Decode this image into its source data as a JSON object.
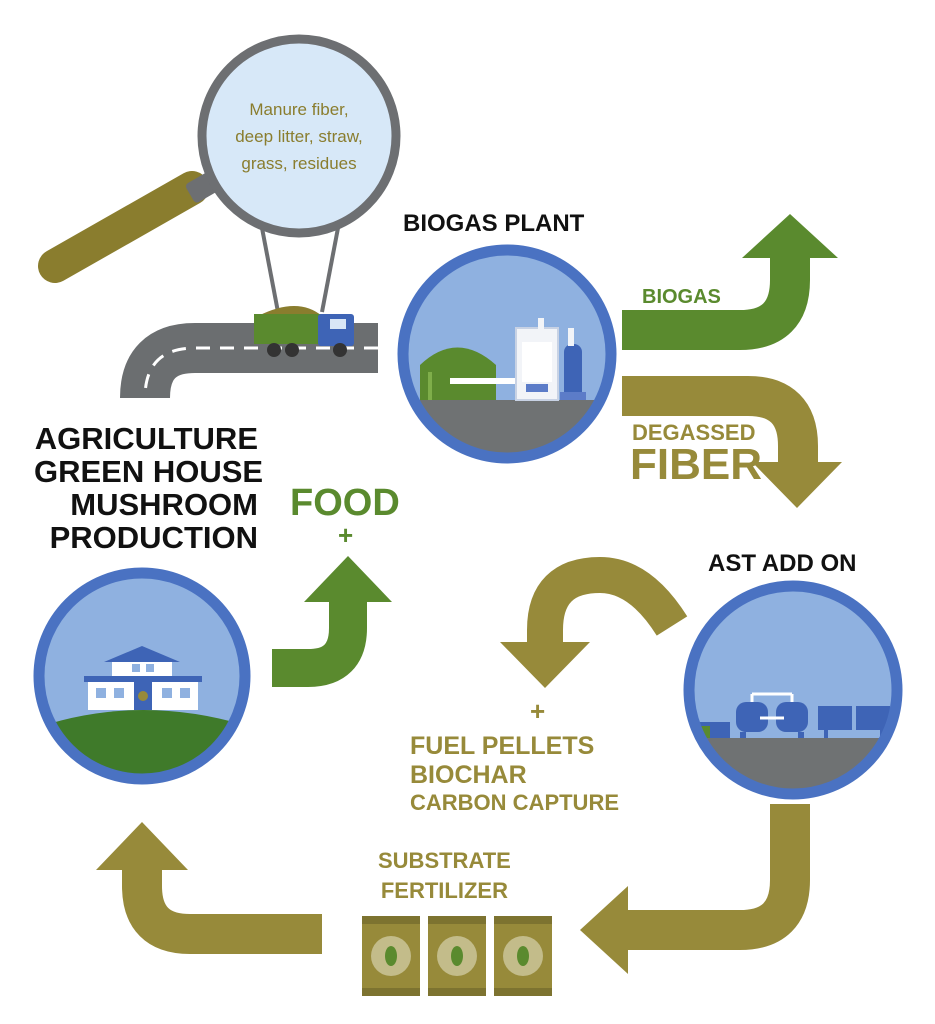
{
  "colors": {
    "green": "#5a8a2e",
    "olive": "#978a3a",
    "dark_olive": "#7d7330",
    "blue_ring": "#4a72c2",
    "sky": "#8fb1e0",
    "ground": "#6f7273",
    "road": "#6b6e70",
    "text_dark": "#111111",
    "lens_text": "#8a7d2e"
  },
  "icons": {
    "magnifier": "magnifying-glass-icon",
    "truck": "dump-truck-icon",
    "plant": "biogas-digester-icon",
    "ast": "ast-tanks-icon",
    "greenhouse": "greenhouse-building-icon",
    "bags": "fertilizer-bag-icon"
  },
  "magnifier": {
    "lines": [
      "Manure fiber,",
      "deep litter, straw,",
      "grass, residues"
    ]
  },
  "biogas_plant": {
    "title": "BIOGAS PLANT"
  },
  "biogas_output": {
    "label": "BIOGAS"
  },
  "degassed": {
    "line1": "DEGASSED",
    "line2": "FIBER"
  },
  "ast": {
    "title": "AST ADD ON"
  },
  "ast_products": {
    "plus": "+",
    "lines": [
      "FUEL PELLETS",
      "BIOCHAR",
      "CARBON CAPTURE"
    ]
  },
  "substrate": {
    "lines": [
      "SUBSTRATE",
      "FERTILIZER"
    ]
  },
  "agriculture": {
    "lines": [
      "AGRICULTURE",
      "GREEN HOUSE",
      "MUSHROOM",
      "PRODUCTION"
    ]
  },
  "food": {
    "label": "FOOD",
    "plus": "+"
  }
}
